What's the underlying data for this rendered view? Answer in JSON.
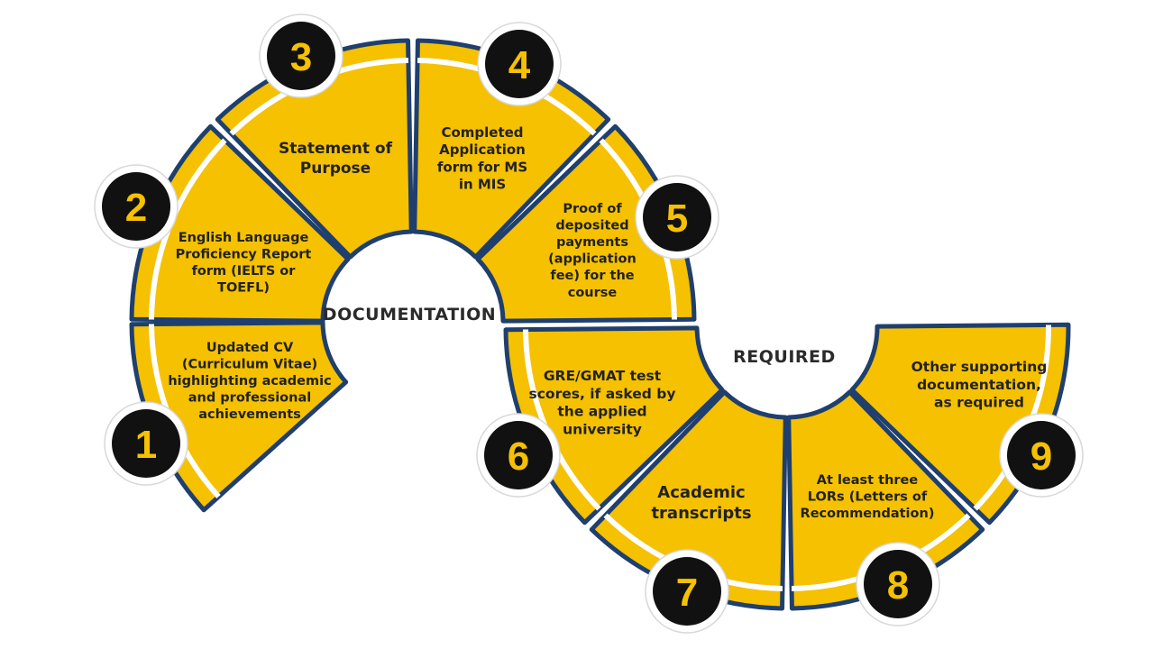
{
  "headings": {
    "left": "DOCUMENTATION",
    "right": "REQUIRED"
  },
  "colors": {
    "segment_fill": "#f5c100",
    "segment_border": "#1f3f6e",
    "badge_fill": "#111111",
    "number_color": "#f5c100"
  },
  "steps": [
    {
      "number": "1",
      "lines": [
        "Updated CV",
        "(Curriculum Vitae)",
        "highlighting academic",
        "and professional",
        "achievements"
      ]
    },
    {
      "number": "2",
      "lines": [
        "English Language",
        "Proficiency Report",
        "form (IELTS or",
        "TOEFL)"
      ]
    },
    {
      "number": "3",
      "lines": [
        "Statement of",
        "Purpose"
      ]
    },
    {
      "number": "4",
      "lines": [
        "Completed",
        "Application",
        "form for MS",
        "in MIS"
      ]
    },
    {
      "number": "5",
      "lines": [
        "Proof of",
        "deposited",
        "payments",
        "(application",
        "fee) for the",
        "course"
      ]
    },
    {
      "number": "6",
      "lines": [
        "GRE/GMAT test",
        "scores, if asked by",
        "the applied",
        "university"
      ]
    },
    {
      "number": "7",
      "lines": [
        "Academic",
        "transcripts"
      ]
    },
    {
      "number": "8",
      "lines": [
        "At least three",
        "LORs (Letters of",
        "Recommendation)"
      ]
    },
    {
      "number": "9",
      "lines": [
        "Other supporting",
        "documentation,",
        "as required"
      ]
    }
  ]
}
